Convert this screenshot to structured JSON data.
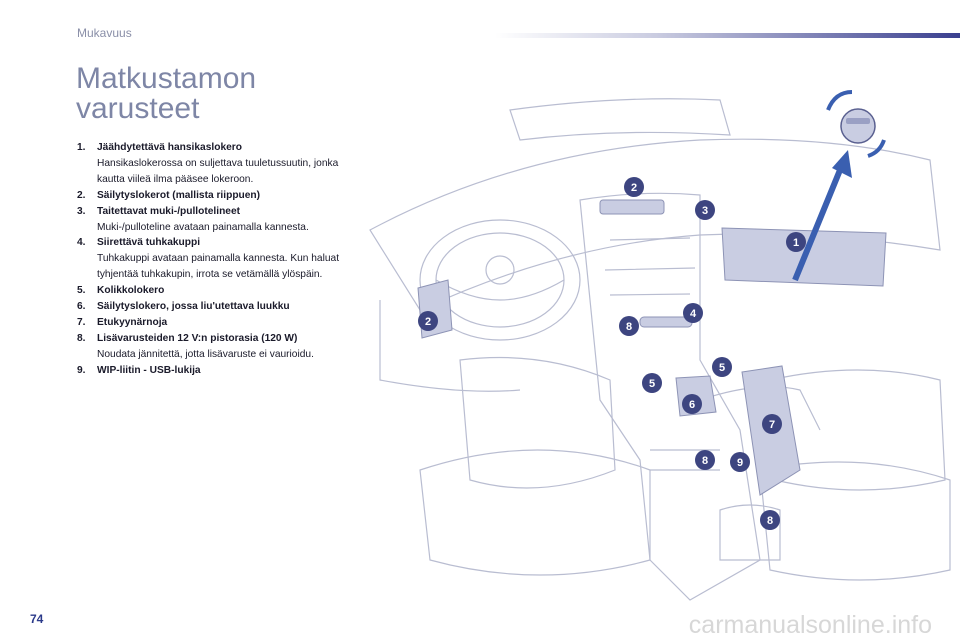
{
  "header": {
    "section": "Mukavuus"
  },
  "title": {
    "line1": "Matkustamon",
    "line2": "varusteet"
  },
  "items": [
    {
      "num": "1.",
      "head": "Jäähdytettävä hansikaslokero",
      "desc": "Hansikaslokerossa on suljettava tuuletussuutin, jonka kautta viileä ilma pääsee lokeroon."
    },
    {
      "num": "2.",
      "head": "Säilytyslokerot (mallista riippuen)",
      "desc": ""
    },
    {
      "num": "3.",
      "head": "Taitettavat muki-/pullotelineet",
      "desc": "Muki-/pulloteline avataan painamalla kannesta."
    },
    {
      "num": "4.",
      "head": "Siirettävä tuhkakuppi",
      "desc": "Tuhkakuppi avataan painamalla kannesta. Kun haluat tyhjentää tuhkakupin, irrota se vetämällä ylöspäin."
    },
    {
      "num": "5.",
      "head": "Kolikkolokero",
      "desc": ""
    },
    {
      "num": "6.",
      "head": "Säilytyslokero, jossa liu'utettava luukku",
      "desc": ""
    },
    {
      "num": "7.",
      "head": "Etukyynärnoja",
      "desc": ""
    },
    {
      "num": "8.",
      "head": "Lisävarusteiden 12 V:n pistorasia (120 W)",
      "desc": "Noudata jännitettä, jotta lisävaruste ei vaurioidu."
    },
    {
      "num": "9.",
      "head": "WIP-liitin - USB-lukija",
      "desc": ""
    }
  ],
  "callouts": [
    "1",
    "2",
    "3",
    "4",
    "5",
    "6",
    "7",
    "8",
    "9",
    "2",
    "5",
    "8",
    "8"
  ],
  "page_number": "74",
  "watermark": "carmanualsonline.info",
  "colors": {
    "accent": "#3a3f8f",
    "title": "#7e86a6",
    "callout": "#3d4580"
  }
}
